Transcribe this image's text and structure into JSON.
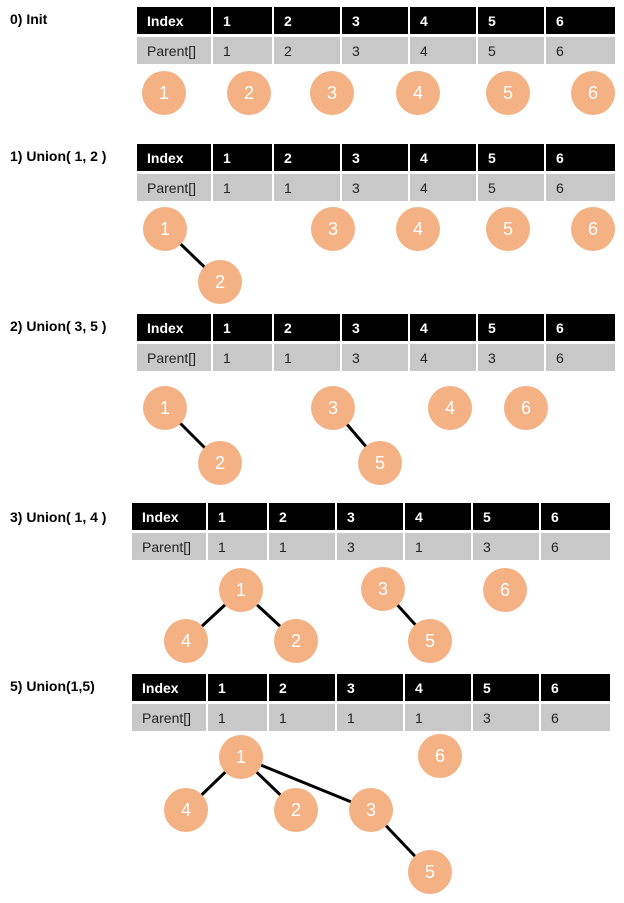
{
  "steps": [
    {
      "label": "0) Init",
      "header": [
        "Index",
        "1",
        "2",
        "3",
        "4",
        "5",
        "6"
      ],
      "parent": [
        "Parent[]",
        "1",
        "2",
        "3",
        "4",
        "5",
        "6"
      ],
      "nodes": [
        "1",
        "2",
        "3",
        "4",
        "5",
        "6"
      ],
      "edges": []
    },
    {
      "label": "1) Union( 1, 2 )",
      "header": [
        "Index",
        "1",
        "2",
        "3",
        "4",
        "5",
        "6"
      ],
      "parent": [
        "Parent[]",
        "1",
        "1",
        "3",
        "4",
        "5",
        "6"
      ],
      "nodes": [
        "1",
        "2",
        "3",
        "4",
        "5",
        "6"
      ],
      "edges": [
        [
          "1",
          "2"
        ]
      ]
    },
    {
      "label": "2) Union( 3, 5 )",
      "header": [
        "Index",
        "1",
        "2",
        "3",
        "4",
        "5",
        "6"
      ],
      "parent": [
        "Parent[]",
        "1",
        "1",
        "3",
        "4",
        "3",
        "6"
      ],
      "nodes": [
        "1",
        "2",
        "3",
        "5",
        "4",
        "6"
      ],
      "edges": [
        [
          "1",
          "2"
        ],
        [
          "3",
          "5"
        ]
      ]
    },
    {
      "label": "3) Union( 1, 4 )",
      "header": [
        "Index",
        "1",
        "2",
        "3",
        "4",
        "5",
        "6"
      ],
      "parent": [
        "Parent[]",
        "1",
        "1",
        "3",
        "1",
        "3",
        "6"
      ],
      "nodes": [
        "1",
        "4",
        "2",
        "3",
        "5",
        "6"
      ],
      "edges": [
        [
          "1",
          "4"
        ],
        [
          "1",
          "2"
        ],
        [
          "3",
          "5"
        ]
      ]
    },
    {
      "label": "5) Union(1,5)",
      "header": [
        "Index",
        "1",
        "2",
        "3",
        "4",
        "5",
        "6"
      ],
      "parent": [
        "Parent[]",
        "1",
        "1",
        "1",
        "1",
        "3",
        "6"
      ],
      "nodes": [
        "1",
        "4",
        "2",
        "3",
        "5",
        "6"
      ],
      "edges": [
        [
          "1",
          "4"
        ],
        [
          "1",
          "2"
        ],
        [
          "1",
          "3"
        ],
        [
          "3",
          "5"
        ]
      ]
    }
  ],
  "colors": {
    "node_fill": "#f4b183",
    "node_text": "#ffffff",
    "header_bg": "#000000",
    "parent_bg": "#c8c8c8",
    "edge": "#000000"
  }
}
